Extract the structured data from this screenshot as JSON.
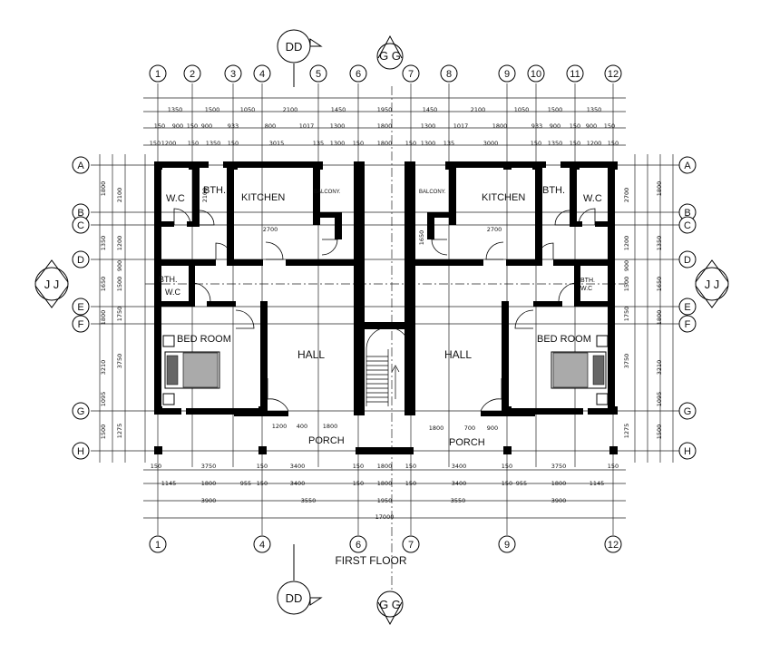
{
  "title": "FIRST FLOOR",
  "grid_columns": [
    {
      "label": "1"
    },
    {
      "label": "2"
    },
    {
      "label": "3"
    },
    {
      "label": "4"
    },
    {
      "label": "5"
    },
    {
      "label": "6"
    },
    {
      "label": "7"
    },
    {
      "label": "8"
    },
    {
      "label": "9"
    },
    {
      "label": "10"
    },
    {
      "label": "11"
    },
    {
      "label": "12"
    }
  ],
  "bottom_columns": [
    "1",
    "4",
    "6",
    "7",
    "9",
    "12"
  ],
  "grid_rows": [
    "A",
    "B",
    "C",
    "D",
    "E",
    "F",
    "G",
    "H"
  ],
  "section_markers": {
    "dd": "DD",
    "gg": "GG",
    "jj": "J J",
    "gg_top": "G G",
    "gg_bottom": "G G"
  },
  "rooms": {
    "wc_left": "W.C",
    "bth_left": "BTH.",
    "kitchen_left": "KITCHEN",
    "balcony_left": "BALCONY.",
    "balcony_right": "BALCONY.",
    "kitchen_right": "KITCHEN",
    "bth_right": "BTH.",
    "wc_right": "W.C",
    "bth_wc_left_1": "BTH.",
    "bth_wc_left_2": "W.C",
    "bth_wc_right_1": "BTH.",
    "bth_wc_right_2": "W.C",
    "bedroom_left": "BED  ROOM",
    "bedroom_right": "BED  ROOM",
    "hall_left": "HALL",
    "hall_right": "HALL",
    "porch_left": "PORCH",
    "porch_right": "PORCH"
  },
  "dims": {
    "top_row1": [
      "1350",
      "1500",
      "1050",
      "2100",
      "1450",
      "1950",
      "1450",
      "2100",
      "1050",
      "1500",
      "1350"
    ],
    "top_row2": [
      "150",
      "900",
      "150",
      "900",
      "933",
      "800",
      "1017",
      "1300",
      "1800",
      "1300",
      "1017",
      "1800",
      "933",
      "900",
      "150",
      "900",
      "150"
    ],
    "top_row3": [
      "150",
      "1200",
      "150",
      "1350",
      "150",
      "3015",
      "135",
      "1300",
      "150",
      "1800",
      "150",
      "1300",
      "135",
      "3000",
      "150",
      "1350",
      "150",
      "1200",
      "150"
    ],
    "bottom_row1": [
      "150",
      "3750",
      "150",
      "3400",
      "150",
      "1800",
      "150",
      "3400",
      "150",
      "3750",
      "150"
    ],
    "bottom_row2": [
      "1145",
      "1800",
      "955",
      "150",
      "3400",
      "150",
      "1800",
      "150",
      "3400",
      "150",
      "955",
      "1800",
      "1145"
    ],
    "bottom_row3": [
      "3900",
      "3550",
      "1950",
      "3550",
      "3900"
    ],
    "bottom_total": "17000",
    "left_outer": [
      "1800",
      "1350",
      "1650",
      "1800",
      "3210",
      "1095",
      "1500"
    ],
    "left_inner": [
      "2100",
      "1200",
      "900",
      "1500",
      "1750",
      "3750",
      "1275"
    ],
    "interior": [
      "2700",
      "2700",
      "2100",
      "1650",
      "1200",
      "400",
      "1800",
      "1800",
      "700",
      "900"
    ],
    "right_outer": [
      "1800",
      "1350",
      "1650",
      "1800",
      "3210",
      "1095",
      "1500"
    ],
    "right_inner": [
      "2700",
      "1200",
      "900",
      "1500",
      "1750",
      "3750",
      "1275"
    ]
  }
}
